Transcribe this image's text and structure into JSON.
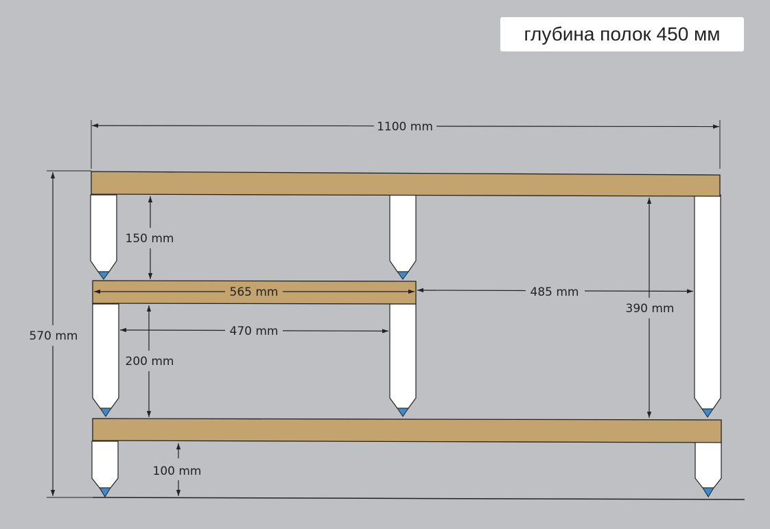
{
  "note": "глубина полок 450 мм",
  "dimensions": {
    "total_width": "1100 mm",
    "total_height": "570 mm",
    "gap_top": "150 mm",
    "gap_middle": "200 mm",
    "floor_clearance": "100 mm",
    "middle_shelf_width": "565 mm",
    "middle_inner_span": "470 mm",
    "right_open_span": "485 mm",
    "right_open_height": "390 mm"
  },
  "colors": {
    "background": "#bfc0c4",
    "shelf": "#c4a46e",
    "leg": "#ffffff",
    "foot": "#3f89c9",
    "line": "#222222"
  }
}
